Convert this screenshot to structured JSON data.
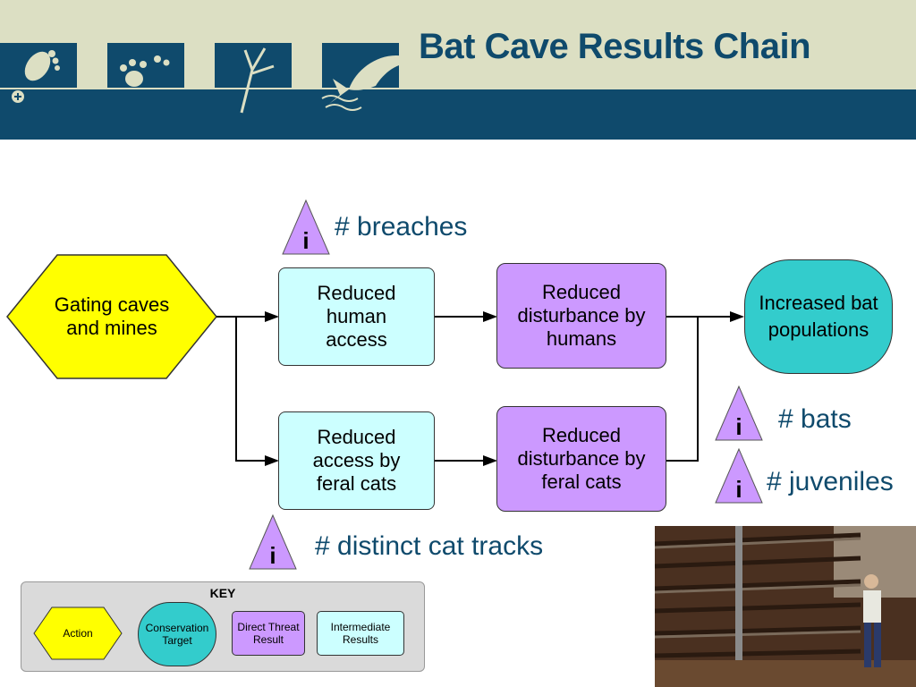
{
  "title": "Bat Cave Results Chain",
  "header": {
    "icons": [
      "footprint-icon",
      "paw-print-icon",
      "plant-icon",
      "fish-icon"
    ]
  },
  "diagram": {
    "action": "Gating caves and mines",
    "intermediate_1": "Reduced human access",
    "intermediate_2": "Reduced access by feral cats",
    "threat_1": "Reduced disturbance by humans",
    "threat_2": "Reduced disturbance by feral cats",
    "target": "Increased bat populations",
    "indicator_glyph": "i",
    "indicators": {
      "breaches": "# breaches",
      "bats": "# bats",
      "juveniles": "# juveniles",
      "cat_tracks": "# distinct cat tracks"
    }
  },
  "key": {
    "title": "KEY",
    "action": "Action",
    "target": "Conservation Target",
    "threat": "Direct Threat Result",
    "intermediate": "Intermediate Results"
  },
  "colors": {
    "action": "#ffff00",
    "intermediate": "#ccffff",
    "threat": "#cc99ff",
    "target": "#33cccc",
    "indicator": "#cc99ff",
    "header_blue": "#0f4a6c",
    "header_tan": "#dcdfc3"
  }
}
